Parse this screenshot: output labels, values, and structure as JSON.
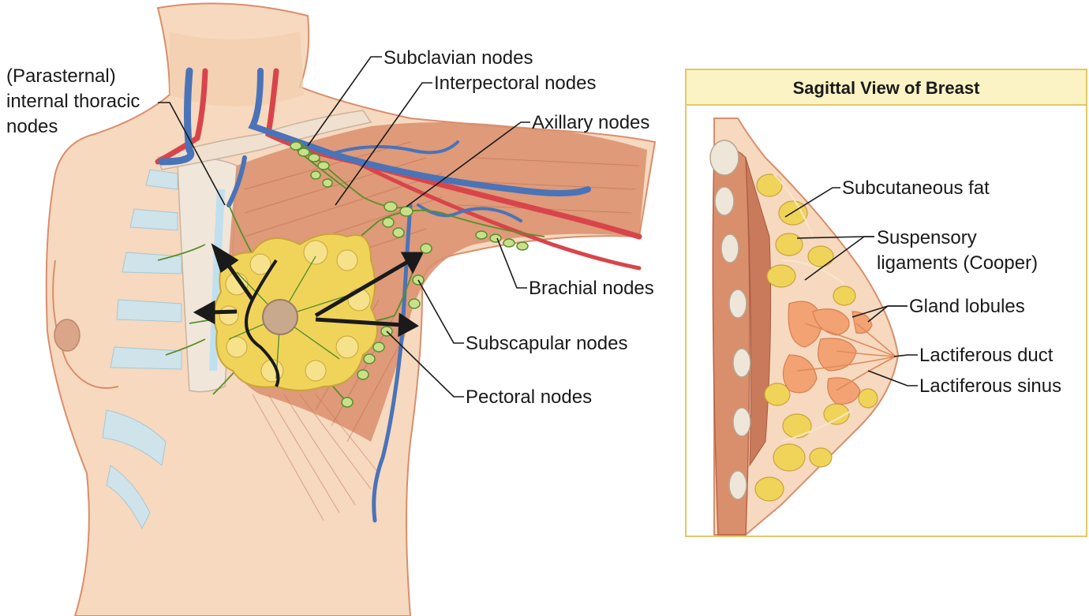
{
  "left_panel": {
    "labels": {
      "parasternal": [
        "(Parasternal)",
        "internal thoracic",
        "nodes"
      ],
      "subclavian": "Subclavian nodes",
      "interpectoral": "Interpectoral nodes",
      "axillary": "Axillary nodes",
      "brachial": "Brachial nodes",
      "subscapular": "Subscapular nodes",
      "pectoral": "Pectoral nodes"
    }
  },
  "inset": {
    "title": "Sagittal View of Breast",
    "labels": {
      "subcutaneous_fat": "Subcutaneous fat",
      "suspensory": [
        "Suspensory",
        "ligaments (Cooper)"
      ],
      "gland_lobules": "Gland lobules",
      "lactiferous_duct": "Lactiferous duct",
      "lactiferous_sinus": "Lactiferous sinus"
    }
  },
  "colors": {
    "skin": "#f6d9bf",
    "muscle": "#d98e6c",
    "vein": "#4a73b8",
    "artery": "#d9444b",
    "gland": "#f0d45a",
    "lymph": "#5a8f2a",
    "inset_header": "#fbf3c4",
    "inset_border": "#e2c969",
    "lobule": "#f3a274"
  }
}
